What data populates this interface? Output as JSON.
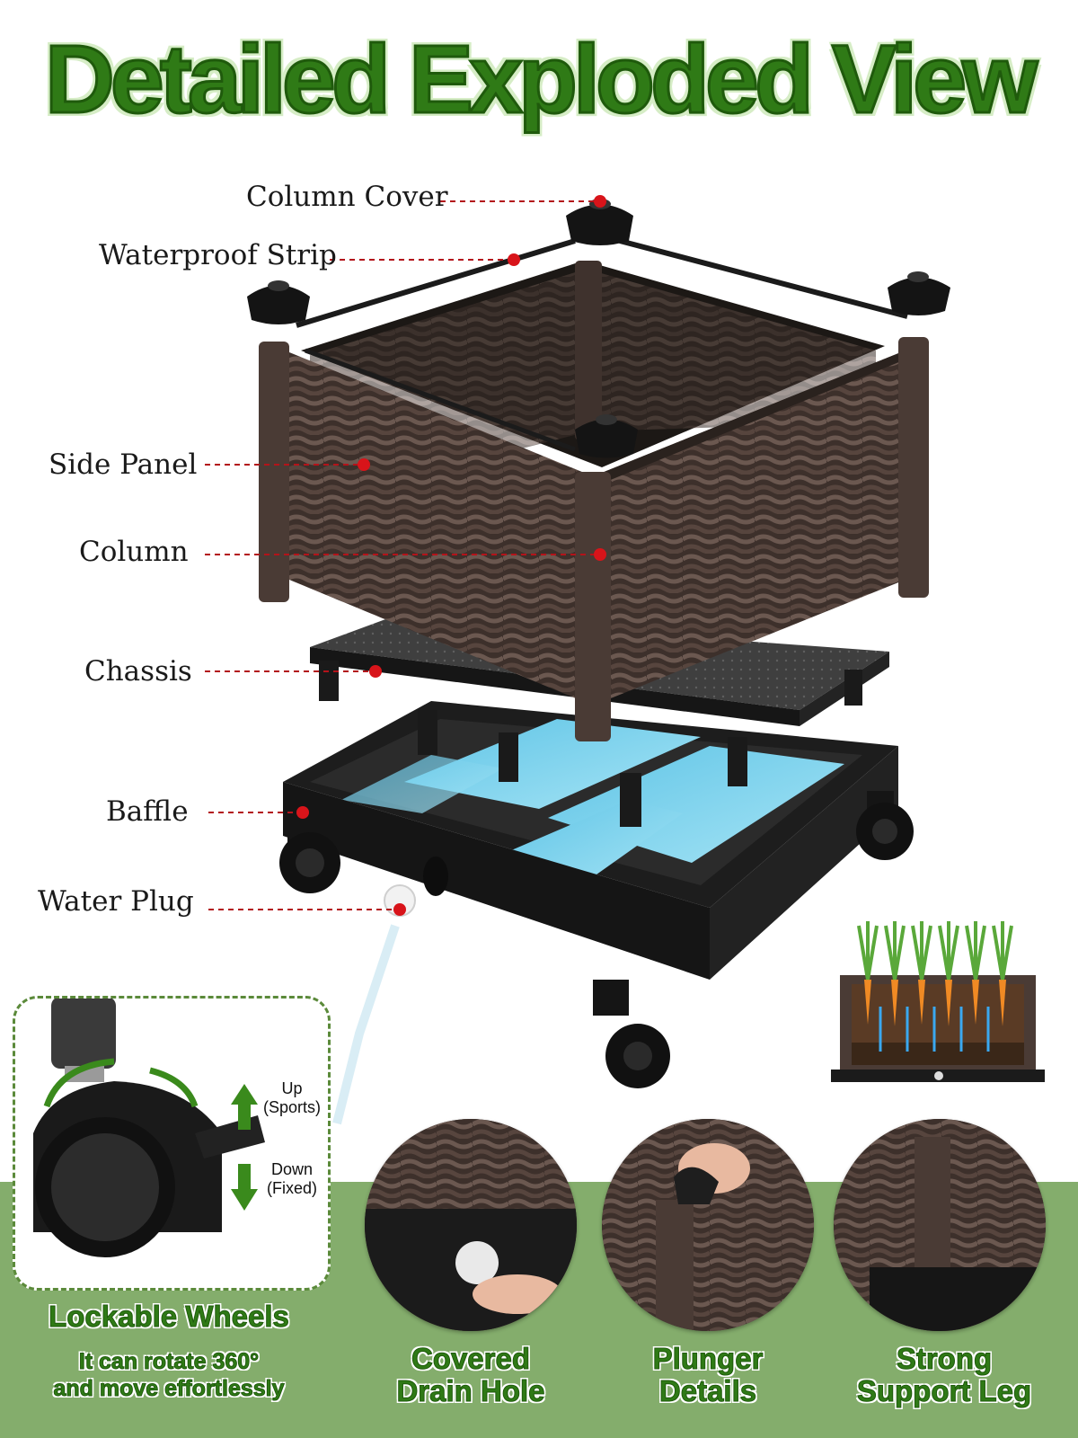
{
  "title": "Detailed Exploded View",
  "labels": {
    "column_cover": "Column Cover",
    "waterproof_strip": "Waterproof Strip",
    "side_panel": "Side Panel",
    "column": "Column",
    "chassis": "Chassis",
    "baffle": "Baffle",
    "water_plug": "Water Plug"
  },
  "wheel_panel": {
    "up_label": "Up",
    "up_sub": "(Sports)",
    "down_label": "Down",
    "down_sub": "(Fixed)"
  },
  "features": {
    "lockable_title": "Lockable Wheels",
    "lockable_desc_1": "It can rotate 360°",
    "lockable_desc_2": "and move effortlessly",
    "drain_1": "Covered",
    "drain_2": "Drain Hole",
    "plunger_1": "Plunger",
    "plunger_2": "Details",
    "leg_1": "Strong",
    "leg_2": "Support Leg"
  },
  "colors": {
    "title_green": "#2f7a16",
    "band_green": "#84ad6c",
    "leader_red": "#d8141a",
    "wicker_brown": "#3d302b",
    "water_blue": "#7fd3ec"
  }
}
